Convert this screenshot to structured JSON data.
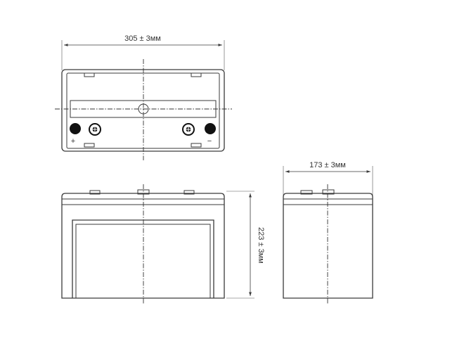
{
  "dimensions": {
    "length": "305 ± 3мм",
    "width": "173 ± 3мм",
    "height": "223 ± 3мм"
  },
  "terminals": {
    "positive_symbol": "+",
    "negative_symbol": "−"
  },
  "colors": {
    "line": "#3a3a3a",
    "terminal_fill": "#111111",
    "background": "#ffffff"
  }
}
